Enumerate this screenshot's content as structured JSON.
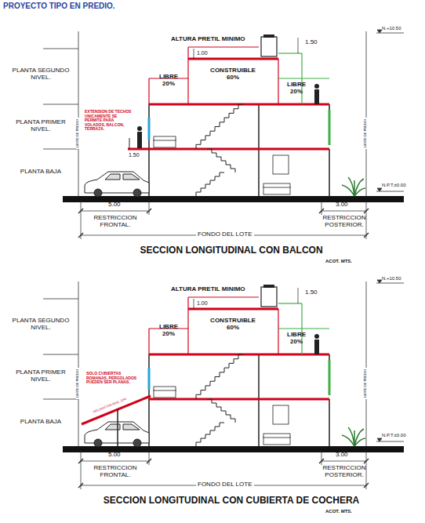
{
  "diagram": {
    "title": "PROYECTO TIPO EN PREDIO.",
    "labels": [
      "N.+10.50",
      "ALTURA PRETIL MINIMO",
      "1.00",
      "1.50",
      "PLANTA SEGUNDO NIVEL.",
      "LIBRE 20%",
      "CONSTRUIBLE 60%",
      "LIBRE 20%",
      "PLANTA PRIMER NIVEL.",
      "EXTENSION DE TECHOS UNICAMENTE SE PERMITE PARA VOLADOS, BALCON, TERRAZA.",
      "1.50",
      "PLANTA BAJA",
      "LIMITE DE PREDIO",
      "LIMITE DE PREDIO",
      "N.P.T.±0.00",
      "5.00",
      "3.00",
      "RESTRICCION FRONTAL.",
      "RESTRICCION POSTERIOR.",
      "FONDO DEL LOTE",
      "SECCION LONGITUDINAL CON BALCON",
      "ACOT. MTS.",
      "N.+10.50",
      "ALTURA PRETIL MINIMO",
      "1.00",
      "1.50",
      "PLANTA SEGUNDO NIVEL.",
      "LIBRE 20%",
      "CONSTRUIBLE 60%",
      "LIBRE 20%",
      "PLANTA PRIMER NIVEL.",
      "SOLO CUBIERTAS ROMANAS, PERGOLADOS PUEDEN SER PLANAS.",
      "INCLINACION MAX. 20%",
      "PLANTA BAJA",
      "LIMITE DE PREDIO",
      "LIMITE DE PREDIO",
      "N.P.T.±0.00",
      "5.00",
      "3.00",
      "RESTRICCION FRONTAL.",
      "RESTRICCION POSTERIOR.",
      "FONDO DEL LOTE",
      "SECCION LONGITUDINAL CON CUBIERTA DE COCHERA",
      "ACOT. MTS."
    ]
  }
}
